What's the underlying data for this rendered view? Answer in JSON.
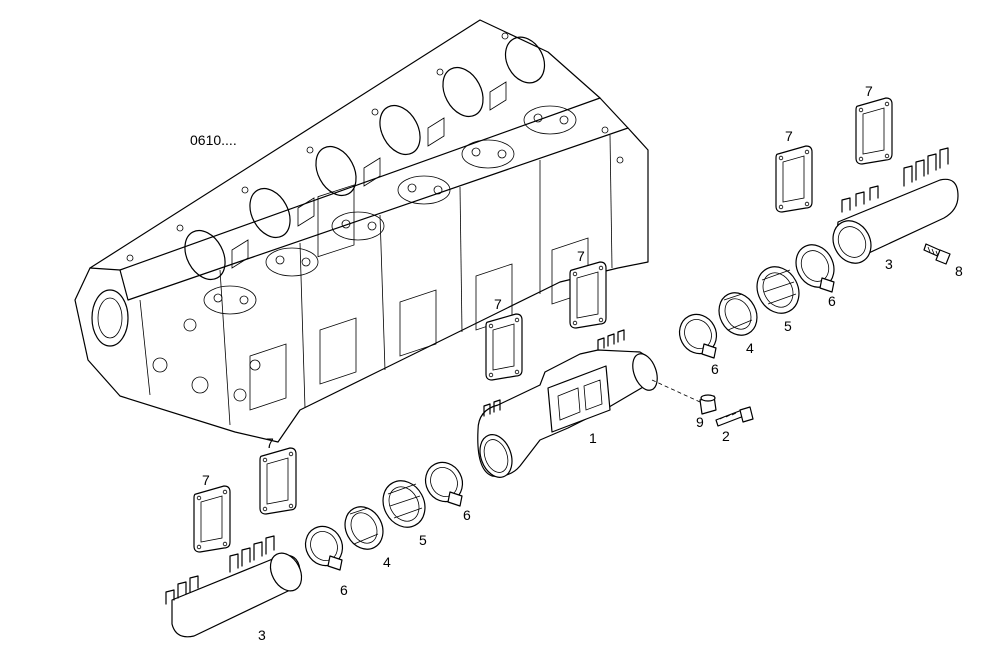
{
  "diagram": {
    "reference": "0610....",
    "labels": {
      "manifold_center": "1",
      "screw_center": "2",
      "pipe_right": "3",
      "pipe_left": "3",
      "ring_right": "4",
      "ring_left": "4",
      "bellows_right": "5",
      "bellows_left": "5",
      "clamp_right_a": "6",
      "clamp_right_b": "6",
      "clamp_left_a": "6",
      "clamp_left_b": "6",
      "gasket_1": "7",
      "gasket_2": "7",
      "gasket_3": "7",
      "gasket_4": "7",
      "gasket_5": "7",
      "gasket_6": "7",
      "screw_right": "8",
      "spacer": "9"
    }
  }
}
